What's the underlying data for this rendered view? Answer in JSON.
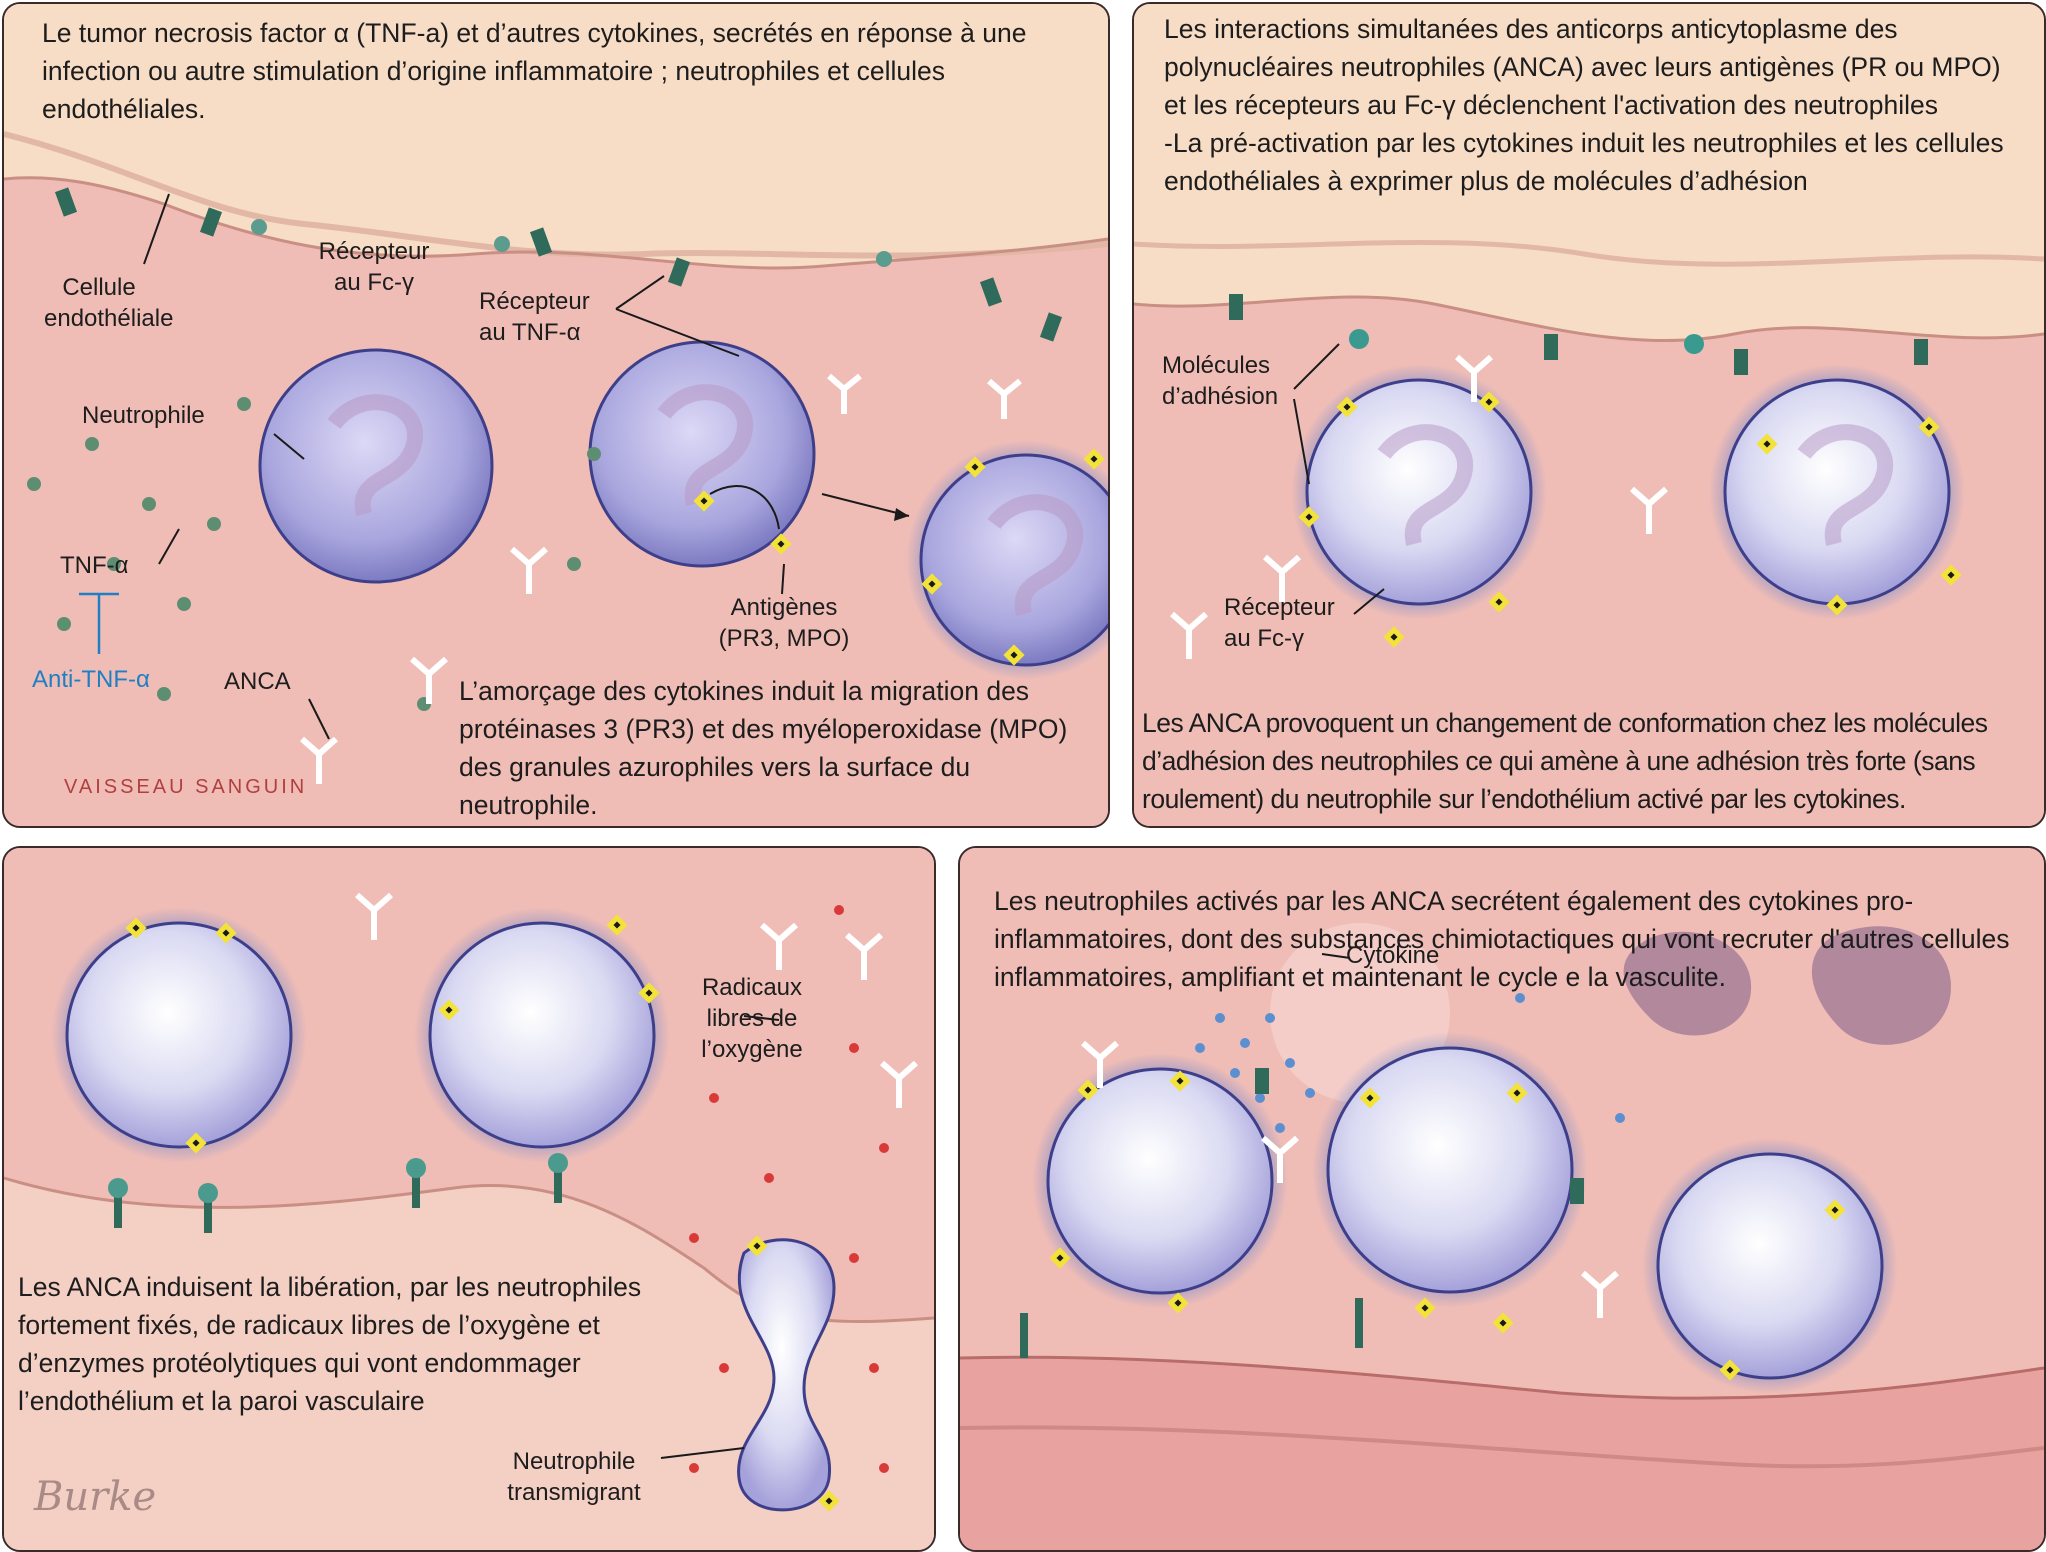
{
  "panel1": {
    "caption_top": "Le tumor necrosis factor α (TNF-a) et d’autres cytokines, secrétés en réponse à une infection ou autre stimulation d’origine inflammatoire ; neutrophiles et cellules endothéliales.",
    "label_endothelial": "Cellule endothéliale",
    "label_fc_receptor": "Récepteur au Fc-γ",
    "label_tnf_receptor": "Récepteur au TNF-α",
    "label_neutrophil": "Neutrophile",
    "label_tnf": "TNF-α",
    "label_anti_tnf": "Anti-TNF-α",
    "label_anca": "ANCA",
    "label_antigens": "Antigènes (PR3, MPO)",
    "label_vessel": "VAISSEAU SANGUIN",
    "caption_bottom": "L’amorçage des cytokines induit la migration des protéinases 3 (PR3) et des myéloperoxidase (MPO) des granules azurophiles vers la surface du neutrophile."
  },
  "panel2": {
    "caption_top": "Les interactions simultanées des anticorps anticytoplasme des polynucléaires neutrophiles (ANCA) avec leurs antigènes (PR ou MPO) et les récepteurs au Fc-γ déclenchent l'activation des neutrophiles\n-La pré-activation par les cytokines induit les neutrophiles et les cellules endothéliales à exprimer plus de molécules d’adhésion",
    "label_adhesion": "Molécules d’adhésion",
    "label_fc_receptor": "Récepteur au Fc-γ",
    "caption_bottom": "Les ANCA provoquent un changement de conformation chez les molécules d’adhésion des neutrophiles ce qui amène à une adhésion très forte (sans roulement) du neutrophile sur l’endothélium activé par les cytokines."
  },
  "panel3": {
    "label_radicals": "Radicaux libres de l’oxygène",
    "caption_bottom": "Les ANCA induisent la libération, par les neutrophiles fortement fixés, de radicaux libres de l’oxygène et d’enzymes protéolytiques qui vont endommager l’endothélium et la paroi vasculaire",
    "label_transmigrant": "Neutrophile transmigrant",
    "signature": "Burke"
  },
  "panel4": {
    "caption_top": "Les neutrophiles activés par les ANCA secrétent également des cytokines pro-inflammatoires, dont des substances chimiotactiques qui vont recruter d'autres cellules inflammatoires, amplifiant et maintenant le cycle e la vasculite.",
    "label_cytokine": "Cytokine"
  },
  "colors": {
    "blood": "#f0bdb6",
    "vessel_wall": "#f7dcc6",
    "cell": "#b9b6e6",
    "activated_glow": "#3a6fd8",
    "antigen": "#f2e23a",
    "anti_tnf": "#1f7fc4",
    "vessel_label": "#b04040"
  }
}
